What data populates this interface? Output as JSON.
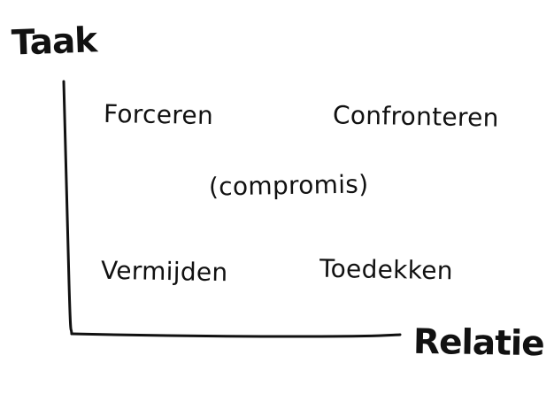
{
  "diagram": {
    "y_axis_label": "Taak",
    "x_axis_label": "Relatie",
    "quadrants": {
      "top_left": "Forceren",
      "top_right": "Confronteren",
      "center": "(compromis)",
      "bottom_left": "Vermijden",
      "bottom_right": "Toedekken"
    }
  }
}
